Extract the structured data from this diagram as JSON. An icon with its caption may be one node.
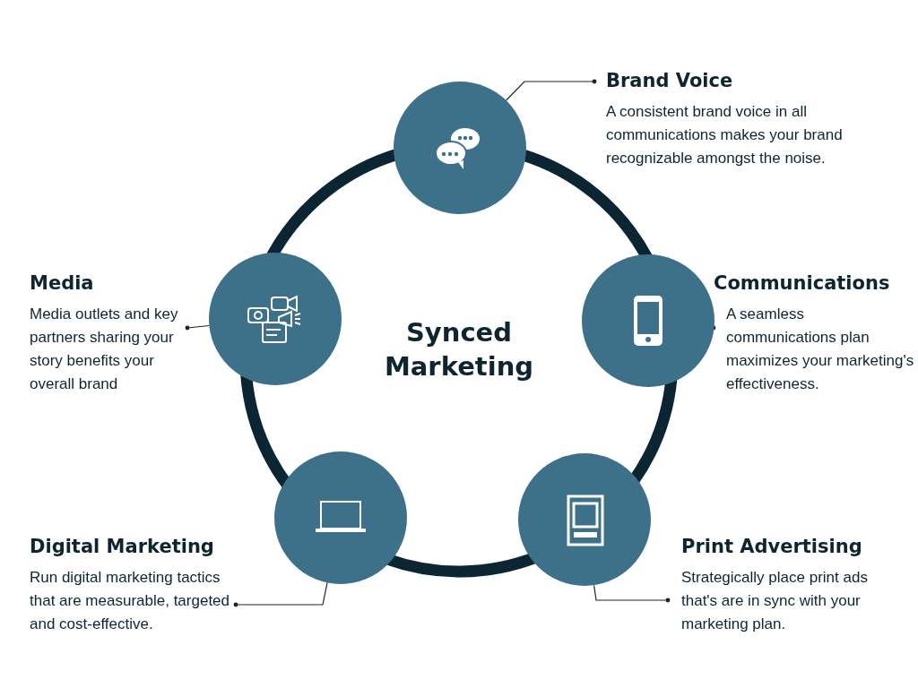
{
  "diagram": {
    "nodes": [
      {
        "text": [
          "Brand Voice",
          "A consistent brand voice in all communications makes your brand recognizable amongst the noise."
        ]
      },
      {
        "text": [],
        "shape": "circle"
      },
      {
        "text": [
          "Media",
          "Media outlets and key partners sharing your story benefits your overall brand"
        ]
      },
      {
        "text": [],
        "shape": "circle"
      },
      {
        "text": [],
        "shape": "circle"
      },
      {
        "text": [
          "Communications",
          "A seamless communications plan maximizes your marketing's effectiveness."
        ]
      },
      {
        "text": [],
        "shape": "circle"
      },
      {
        "text": [],
        "shape": "circle"
      },
      {
        "text": [
          "Digital Marketing",
          "Run digital marketing tactics that are measurable, targeted and cost-effective."
        ]
      },
      {
        "text": [
          "Print Advertising",
          "Strategically  place print ads that's are in sync with your marketing plan."
        ]
      }
    ],
    "edges": [
      {
        "from": 0,
        "to": 1,
        "arrow": "other"
      },
      {
        "from": 2,
        "to": 3,
        "arrow": "other"
      },
      {
        "from": 5,
        "to": 4,
        "arrow": "other"
      },
      {
        "from": 8,
        "to": 6,
        "arrow": "other"
      },
      {
        "from": 9,
        "to": 7,
        "arrow": "other"
      },
      {
        "from": 1,
        "to": 4,
        "arrow": "none",
        "style": "thick"
      },
      {
        "from": 4,
        "to": 7,
        "arrow": "none",
        "style": "thick"
      },
      {
        "from": 7,
        "to": 6,
        "arrow": "none",
        "style": "thick"
      },
      {
        "from": 6,
        "to": 3,
        "arrow": "none",
        "style": "thick"
      },
      {
        "from": 3,
        "to": 1,
        "arrow": "none",
        "style": "thick"
      }
    ],
    "labels": [
      "Synced Marketing"
    ]
  }
}
